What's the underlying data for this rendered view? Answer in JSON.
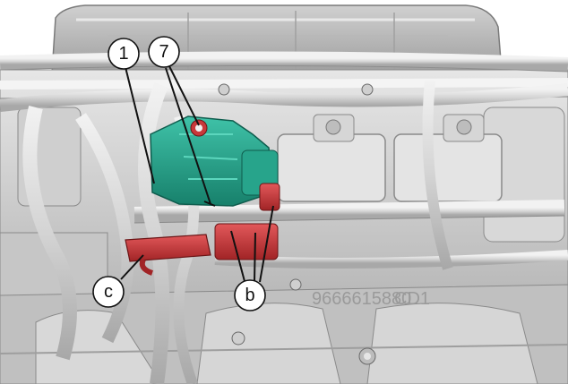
{
  "callouts": {
    "c1": "1",
    "c7": "7",
    "cc": "c",
    "cb": "b"
  },
  "stamps": {
    "part_number": "9666615880",
    "brand_mark": "CD1"
  },
  "colors": {
    "background": "#ffffff",
    "engine_light": "#dcdcdc",
    "engine_mid": "#bdbdbd",
    "engine_shadow": "#8e8e8e",
    "highlight_teal": "#2aa890",
    "highlight_red": "#c8383a",
    "callout_outline": "#111111"
  },
  "icons": [
    "engine-cover",
    "egr-valve",
    "fuel-rail",
    "hose",
    "bolt"
  ]
}
